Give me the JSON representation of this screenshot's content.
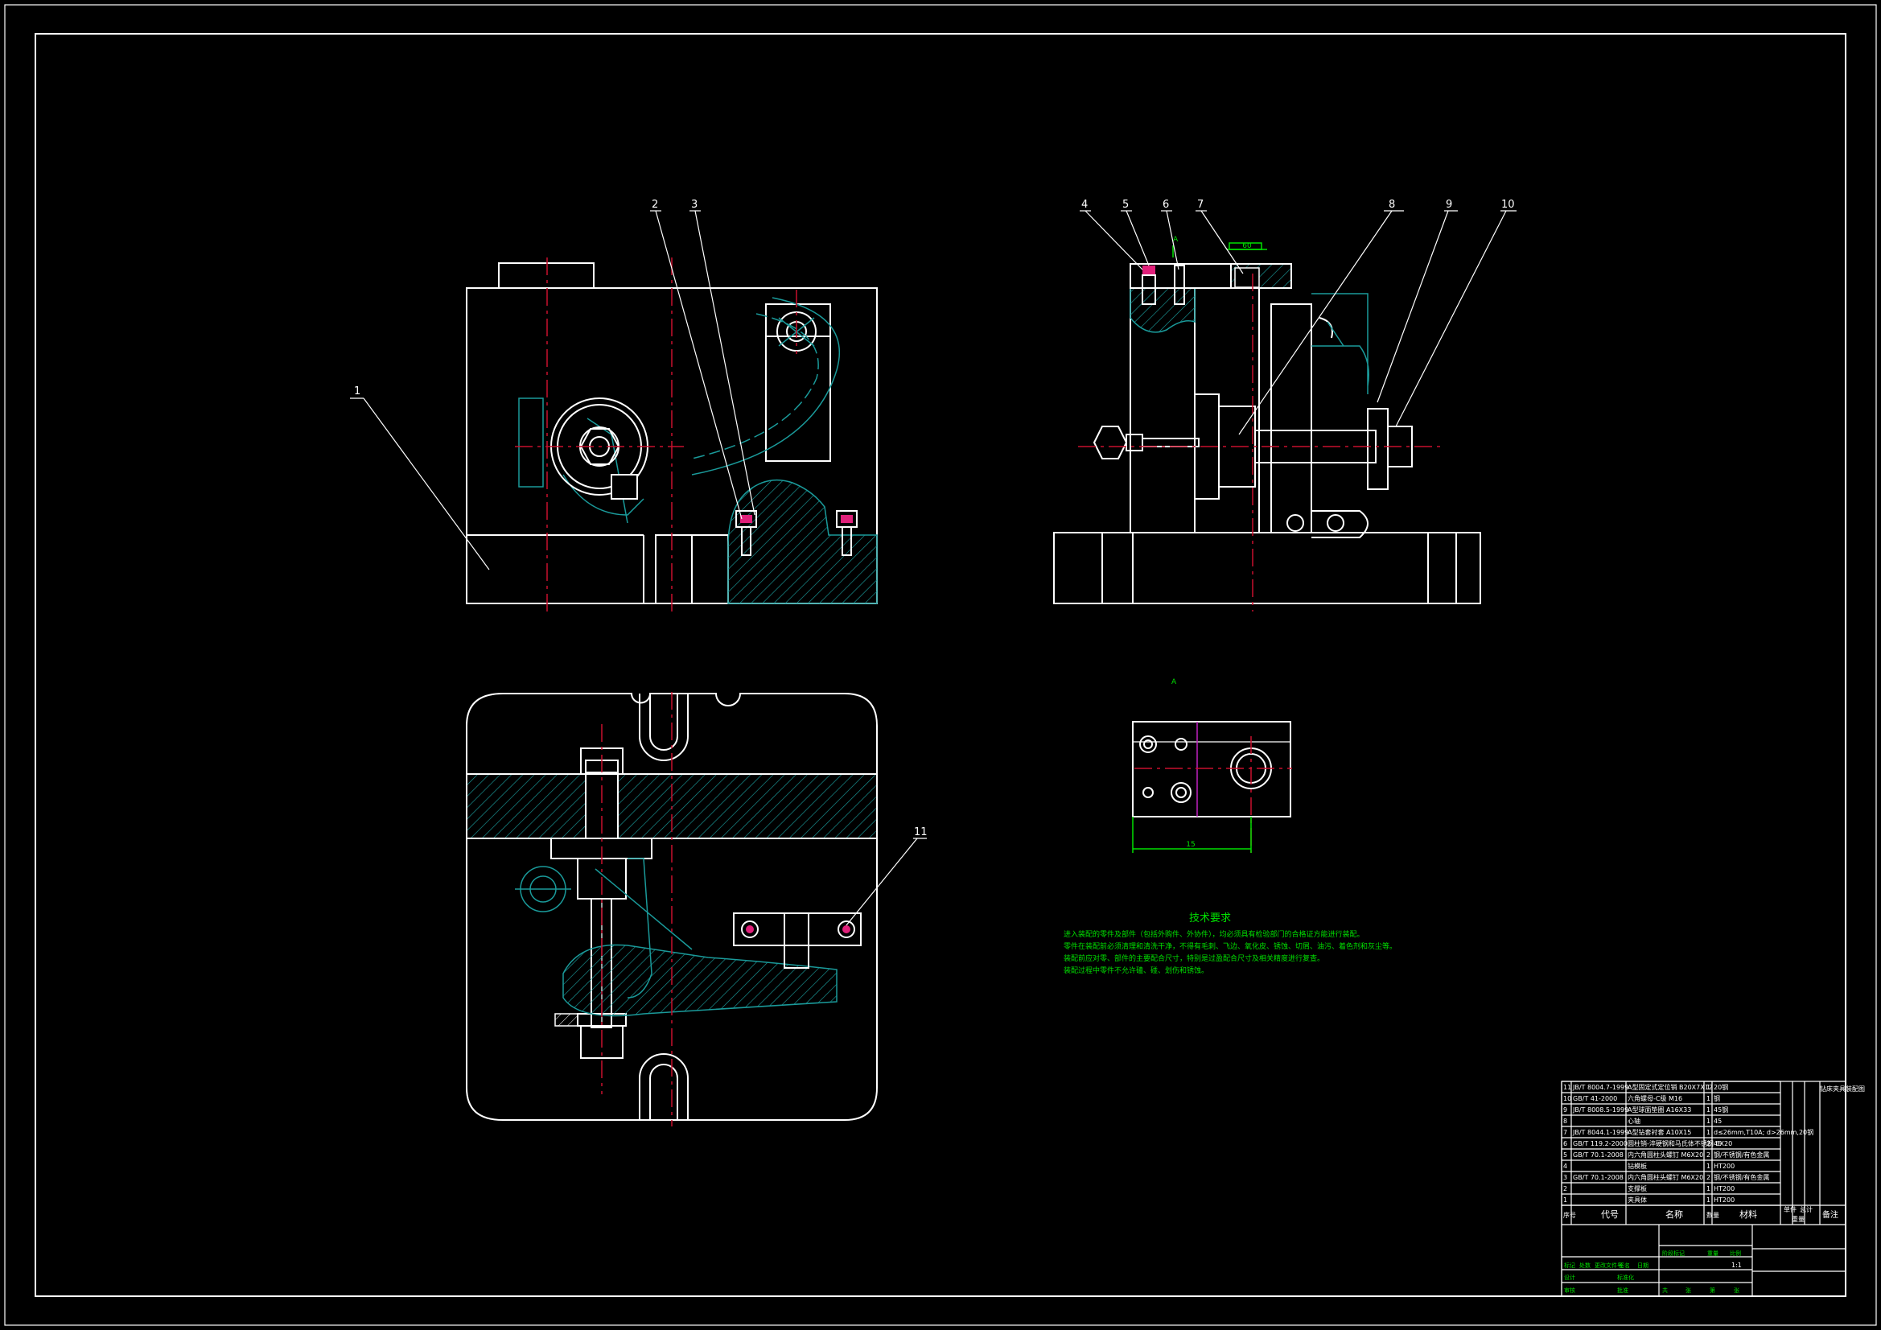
{
  "callouts": {
    "c1": "1",
    "c2": "2",
    "c3": "3",
    "c4": "4",
    "c5": "5",
    "c6": "6",
    "c7": "7",
    "c8": "8",
    "c9": "9",
    "c10": "10",
    "c11": "11"
  },
  "dims": {
    "d_top": "60",
    "d_a_bottom": "15"
  },
  "view_labels": {
    "a_arrow": "A",
    "a_view": "A"
  },
  "tech_req": {
    "title": "技术要求",
    "lines": [
      "进入装配的零件及部件（包括外购件、外协件），均必须具有检验部门的合格证方能进行装配。",
      "零件在装配前必须清理和清洗干净，不得有毛刺、飞边、氧化皮、锈蚀、切屑、油污、着色剂和灰尘等。",
      "装配前应对零、部件的主要配合尺寸，特别是过盈配合尺寸及相关精度进行复查。",
      "装配过程中零件不允许磕、碰、划伤和锈蚀。"
    ]
  },
  "parts_list": [
    {
      "no": "11",
      "code": "JB/T 8004.7-1999",
      "name": "A型固定式定位销 B20X7X12",
      "qty": "1",
      "material": "20钢"
    },
    {
      "no": "10",
      "code": "GB/T 41-2000",
      "name": "六角螺母-C级 M16",
      "qty": "1",
      "material": "钢"
    },
    {
      "no": "9",
      "code": "JB/T 8008.5-1999",
      "name": "A型球面垫圈 A16X33",
      "qty": "1",
      "material": "45钢"
    },
    {
      "no": "8",
      "code": "",
      "name": "心轴",
      "qty": "1",
      "material": "45"
    },
    {
      "no": "7",
      "code": "JB/T 8044.1-1999",
      "name": "A型钻套衬套 A10X15",
      "qty": "1",
      "material": "d≤26mm,T10A; d>26mm,20钢"
    },
    {
      "no": "6",
      "code": "GB/T 119.2-2000",
      "name": "圆柱销-淬硬钢和马氏体不锈钢 6X20",
      "qty": "2",
      "material": "45"
    },
    {
      "no": "5",
      "code": "GB/T 70.1-2008",
      "name": "内六角圆柱头螺钉 M6X20",
      "qty": "2",
      "material": "钢/不锈钢/有色金属"
    },
    {
      "no": "4",
      "code": "",
      "name": "钻模板",
      "qty": "1",
      "material": "HT200"
    },
    {
      "no": "3",
      "code": "GB/T 70.1-2008",
      "name": "内六角圆柱头螺钉 M6X20",
      "qty": "2",
      "material": "钢/不锈钢/有色金属"
    },
    {
      "no": "2",
      "code": "",
      "name": "支撑板",
      "qty": "1",
      "material": "HT200"
    },
    {
      "no": "1",
      "code": "",
      "name": "夹具体",
      "qty": "1",
      "material": "HT200"
    }
  ],
  "parts_header": {
    "no": "序号",
    "code": "代号",
    "name": "名称",
    "qty": "数量",
    "material": "材料",
    "single": "单件",
    "total": "总计",
    "weight": "重量",
    "remark": "备注"
  },
  "title_block": {
    "title": "钻床夹具装配图",
    "row1": [
      "标记",
      "处数",
      "更改文件号",
      "签名",
      "日期"
    ],
    "row2": [
      "设计",
      "标准化"
    ],
    "row3": [
      "阶段标记",
      "重量",
      "比例"
    ],
    "row4": [
      "审核",
      "批准",
      "共",
      "张",
      "第",
      "张"
    ],
    "scale": "1:1"
  },
  "colors": {
    "background": "#000000",
    "outline": "#ffffff",
    "hatch": "#1a9a9a",
    "centerline": "#c8102e",
    "dimension": "#00e000",
    "screw_head": "#e0207a"
  }
}
